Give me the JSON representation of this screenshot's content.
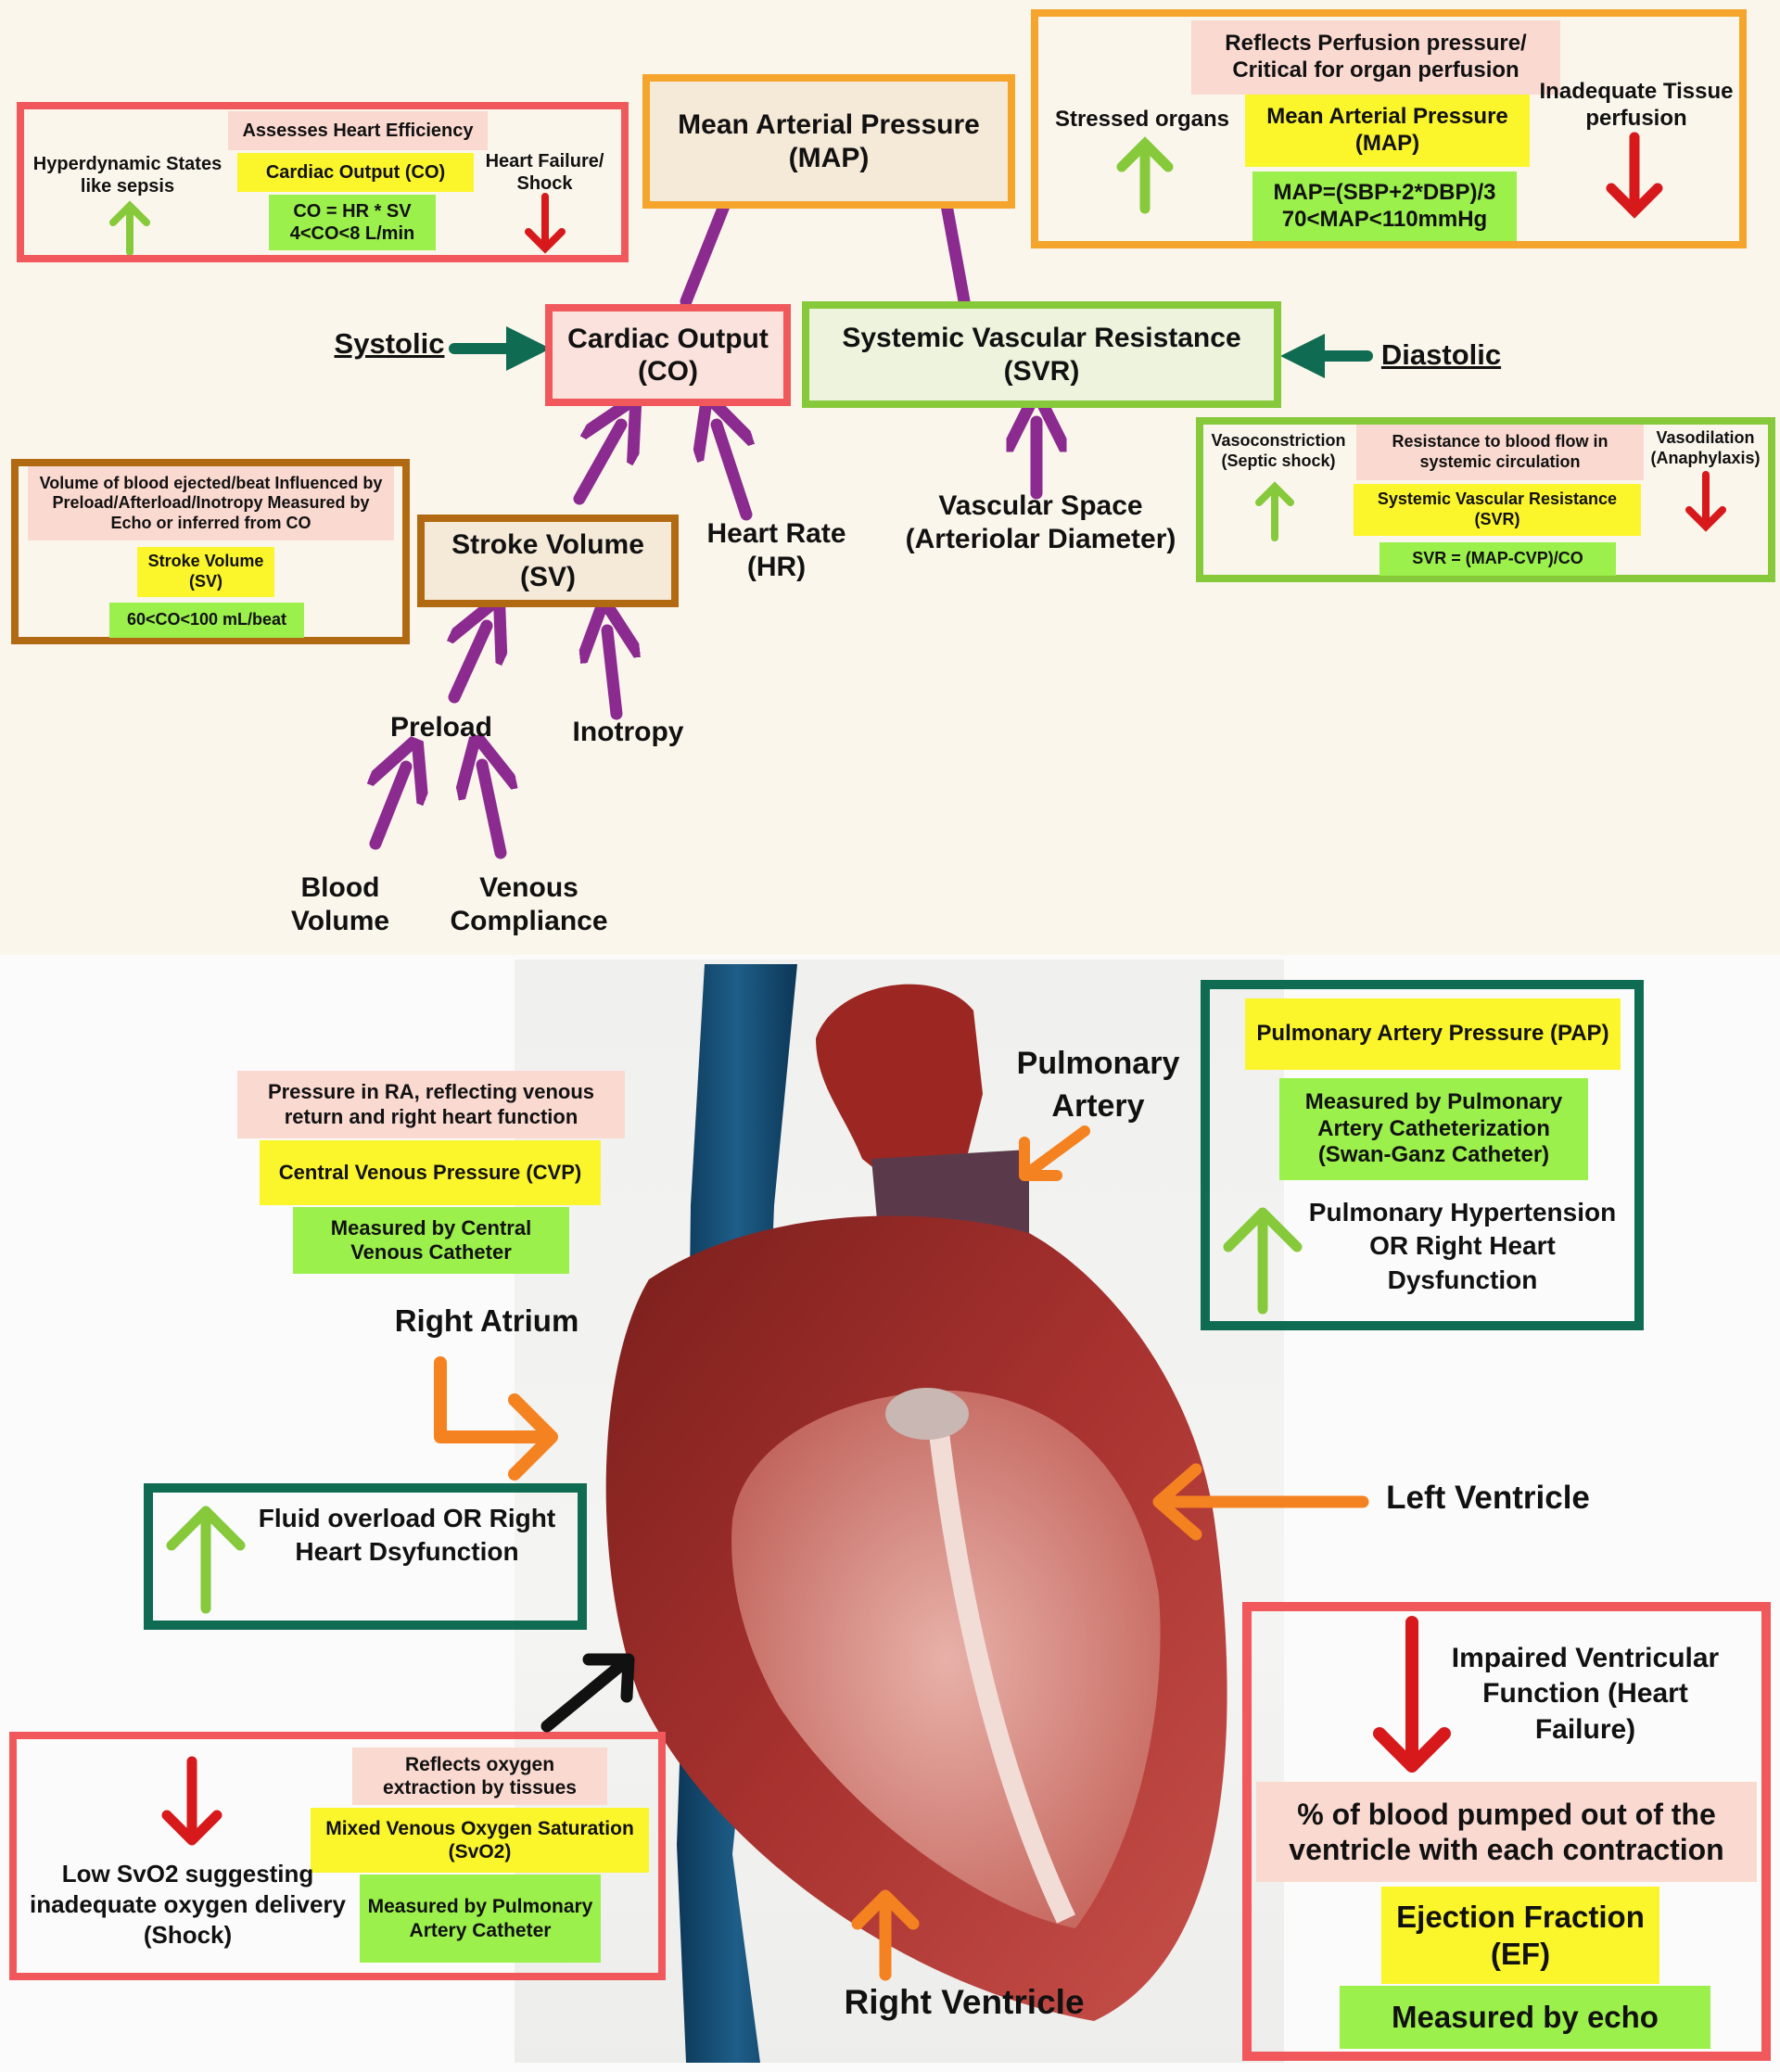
{
  "flow": {
    "systolic": "Systolic",
    "diastolic": "Diastolic",
    "map": "Mean Arterial Pressure (MAP)",
    "co": "Cardiac Output (CO)",
    "svr": "Systemic Vascular Resistance (SVR)",
    "sv": "Stroke Volume (SV)",
    "hr": "Heart Rate (HR)",
    "vascular_space": "Vascular Space (Arteriolar Diameter)",
    "preload": "Preload",
    "inotropy": "Inotropy",
    "blood_volume": "Blood Volume",
    "venous_compliance": "Venous Compliance"
  },
  "co_box": {
    "description": "Assesses Heart Efficiency",
    "name": "Cardiac Output (CO)",
    "formula": "CO = HR * SV 4<CO<8 L/min",
    "up_text": "Hyperdynamic States like sepsis",
    "down_text": "Heart Failure/ Shock"
  },
  "map_box": {
    "description": "Reflects Perfusion pressure/ Critical for organ perfusion",
    "name": "Mean Arterial Pressure (MAP)",
    "formula": "MAP=(SBP+2*DBP)/3 70<MAP<110mmHg",
    "up_text": "Stressed organs",
    "down_text": "Inadequate Tissue perfusion"
  },
  "sv_box": {
    "description": "Volume of blood ejected/beat Influenced by Preload/Afterload/Inotropy Measured by Echo or inferred from CO",
    "name": "Stroke Volume (SV)",
    "range": "60<CO<100 mL/beat"
  },
  "svr_box": {
    "description": "Resistance to blood flow in systemic circulation",
    "name": "Systemic Vascular Resistance (SVR)",
    "formula": "SVR = (MAP-CVP)/CO",
    "up_text": "Vasoconstriction (Septic shock)",
    "down_text": "Vasodilation (Anaphylaxis)"
  },
  "cvp_box": {
    "description": "Pressure in RA, reflecting venous return and right heart function",
    "name": "Central Venous Pressure (CVP)",
    "measure": "Measured by Central Venous Catheter"
  },
  "pap_box": {
    "name": "Pulmonary Artery Pressure (PAP)",
    "measure": "Measured by Pulmonary Artery Catheterization (Swan-Ganz Catheter)",
    "up_text": "Pulmonary Hypertension OR Right Heart Dysfunction"
  },
  "ra_box": {
    "up_text": "Fluid overload OR Right Heart Dsyfunction"
  },
  "svo2_box": {
    "description": "Reflects oxygen extraction by tissues",
    "name": "Mixed Venous Oxygen Saturation (SvO2)",
    "measure": "Measured by Pulmonary Artery Catheter",
    "down_text": "Low SvO2 suggesting inadequate oxygen delivery (Shock)"
  },
  "ef_box": {
    "down_text": "Impaired Ventricular Function (Heart Failure)",
    "description": "% of blood pumped out of the ventricle with each contraction",
    "name": "Ejection Fraction (EF)",
    "measure": "Measured by echo"
  },
  "anatomy": {
    "pulmonary_artery": "Pulmonary Artery",
    "right_atrium": "Right Atrium",
    "left_ventricle": "Left Ventricle",
    "right_ventricle": "Right Ventricle"
  },
  "colors": {
    "flow_arrow": "#8b2a8f",
    "systolic_arrow": "#0f6b52",
    "up_arrow": "#86c93b",
    "down_arrow": "#d7191c",
    "anatomy_arrow": "#f58220",
    "heart": "#a8322f"
  }
}
